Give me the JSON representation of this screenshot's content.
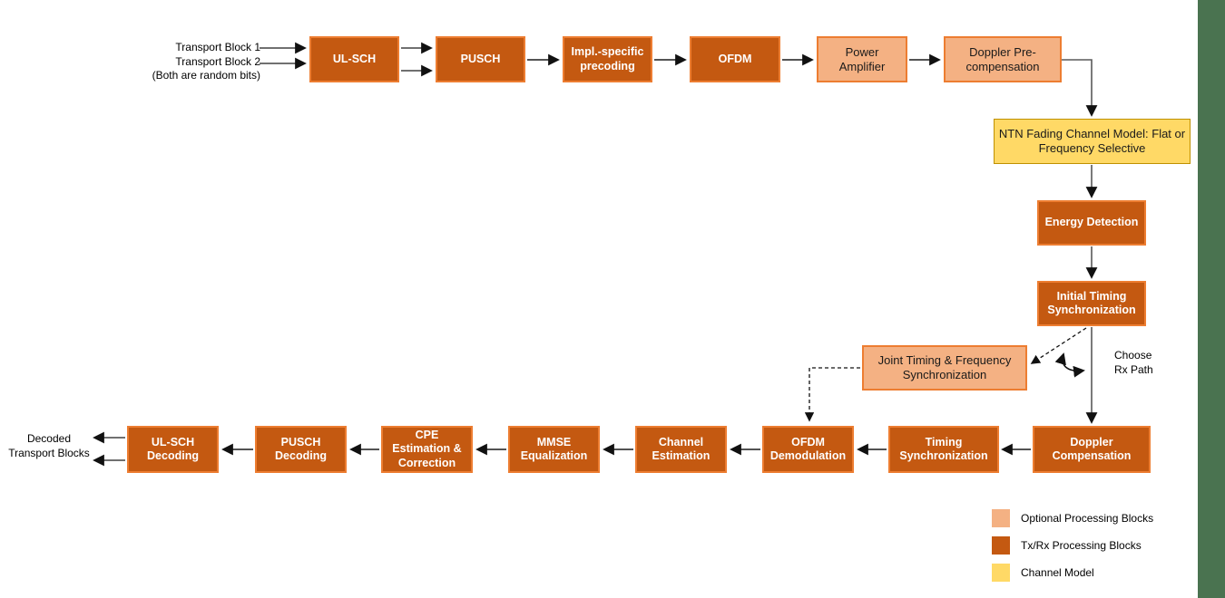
{
  "colors": {
    "txrx_fill": "#C45911",
    "optional_fill": "#F4B183",
    "channel_fill": "#FFD966",
    "orange_border": "#ED7D31",
    "gold_border": "#BF9000",
    "green_bar": "#4A7350"
  },
  "inputs": {
    "transport_block_1": "Transport Block 1",
    "transport_block_2": "Transport Block 2",
    "note": "(Both are random bits)"
  },
  "tx": {
    "ulsch": "UL-SCH",
    "pusch": "PUSCH",
    "precoding": "Impl.-specific precoding",
    "ofdm": "OFDM",
    "power_amp": "Power Amplifier",
    "doppler_precomp": "Doppler Pre-compensation"
  },
  "channel_model": {
    "label": "NTN Fading Channel Model: Flat or Frequency Selective"
  },
  "rx": {
    "energy": "Energy Detection",
    "initial_timing": "Initial Timing Synchronization",
    "joint_sync": "Joint Timing & Frequency Synchronization",
    "choose_rx": "Choose Rx Path",
    "doppler_comp": "Doppler Compensation",
    "timing_sync": "Timing Synchronization",
    "ofdm_demod": "OFDM Demodulation",
    "channel_est": "Channel Estimation",
    "mmse": "MMSE Equalization",
    "cpe": "CPE Estimation & Correction",
    "pusch_dec": "PUSCH Decoding",
    "ulsch_dec": "UL-SCH Decoding"
  },
  "outputs": {
    "decoded": "Decoded Transport Blocks"
  },
  "legend": {
    "optional": "Optional Processing Blocks",
    "txrx": "Tx/Rx Processing Blocks",
    "channel": "Channel Model"
  }
}
